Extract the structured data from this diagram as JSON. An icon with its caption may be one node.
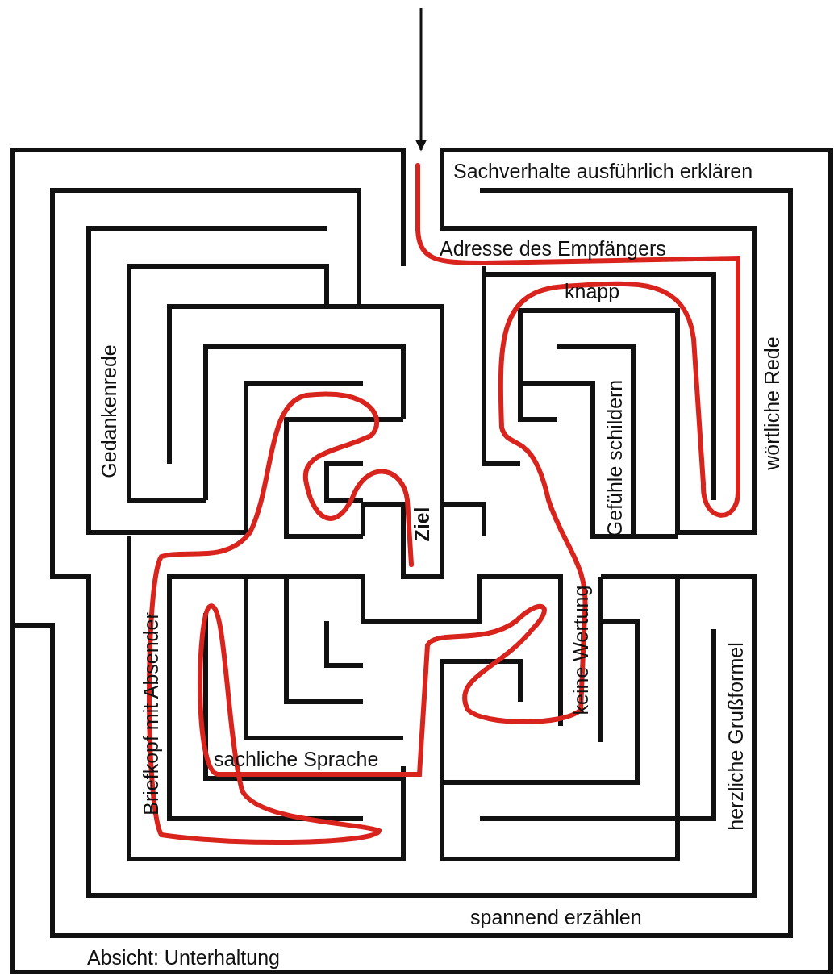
{
  "diagram": {
    "labels": [
      "Sachverhalte ausführlich erklären",
      "Adresse des Empfängers",
      "knapp",
      "Gedankenrede",
      "Gefühle schildern",
      "wörtliche Rede",
      "Ziel",
      "Briefkopf mit Absender",
      "keine Wertung",
      "sachliche Sprache",
      "herzliche Grußformel",
      "spannend erzählen",
      "Absicht: Unterhaltung"
    ]
  }
}
